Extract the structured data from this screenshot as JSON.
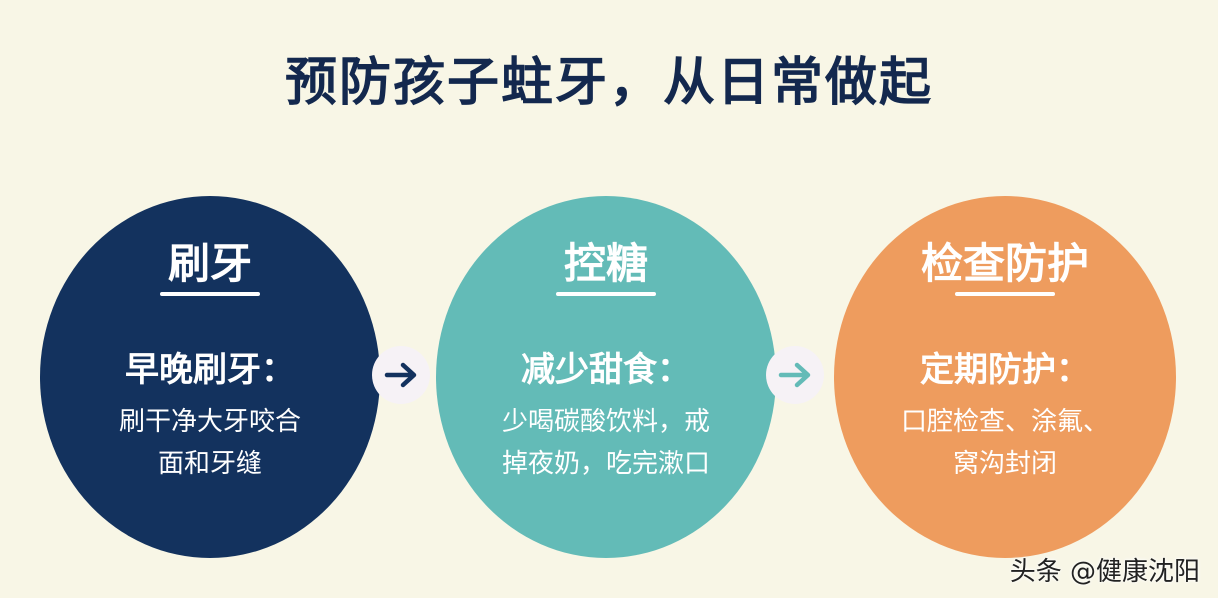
{
  "title": "预防孩子蛀牙，从日常做起",
  "steps": [
    {
      "heading": "刷牙",
      "subheading": "早晚刷牙：",
      "body_line1": "刷干净大牙咬合",
      "body_line2": "面和牙缝",
      "color": "#13325e"
    },
    {
      "heading": "控糖",
      "subheading": "减少甜食：",
      "body_line1": "少喝碳酸饮料，戒",
      "body_line2": "掉夜奶，吃完漱口",
      "color": "#63bbb7"
    },
    {
      "heading": "检查防护",
      "subheading": "定期防护：",
      "body_line1": "口腔检查、涂氟、",
      "body_line2": "窝沟封闭",
      "color": "#ee9c5e"
    }
  ],
  "arrows": [
    {
      "icon": "arrow-right-icon",
      "color": "#13325e"
    },
    {
      "icon": "arrow-right-icon",
      "color": "#63bbb7"
    }
  ],
  "watermark": "头条 @健康沈阳"
}
